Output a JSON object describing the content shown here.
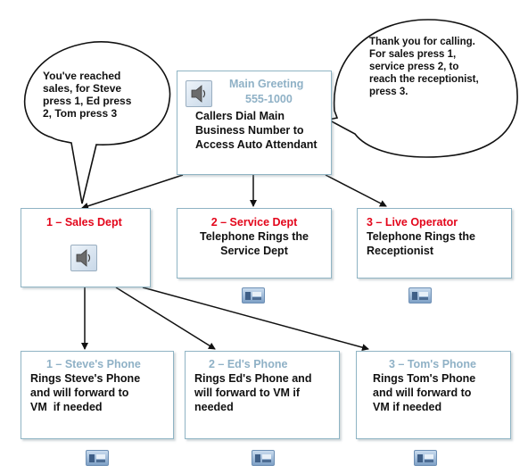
{
  "bubbles": {
    "sales": [
      "You've reached",
      "sales, for Steve",
      "press 1, Ed press",
      "2, Tom press 3"
    ],
    "main": [
      "Thank you  for  calling.",
      "For sales press 1,",
      "service press 2, to",
      "reach the receptionist,",
      "press 3."
    ]
  },
  "main_greeting": {
    "title": "Main Greeting",
    "number": "555-1000",
    "lines": [
      "Callers Dial Main",
      "Business Number to",
      "Access Auto Attendant"
    ]
  },
  "departments": [
    {
      "title": "1 – Sales Dept",
      "lines": []
    },
    {
      "title": "2 – Service Dept",
      "lines": [
        "Telephone Rings the",
        "Service Dept"
      ]
    },
    {
      "title": "3 – Live Operator",
      "lines": [
        "Telephone Rings the",
        "Receptionist"
      ]
    }
  ],
  "phones": [
    {
      "title": "1 – Steve's Phone",
      "lines": [
        "Rings Steve's Phone",
        "and will forward to",
        "VM  if needed"
      ]
    },
    {
      "title": "2 – Ed's Phone",
      "lines": [
        "Rings Ed's Phone and",
        "will forward to VM if",
        "needed"
      ]
    },
    {
      "title": "3 – Tom's Phone",
      "lines": [
        "Rings Tom's Phone",
        "and will forward to",
        "VM if needed"
      ]
    }
  ],
  "colors": {
    "accent_red": "#e3061b",
    "accent_blue": "#8fb1c6",
    "border": "#8fb4c4"
  },
  "icons": [
    "speaker-icon",
    "desk-phone-icon"
  ]
}
